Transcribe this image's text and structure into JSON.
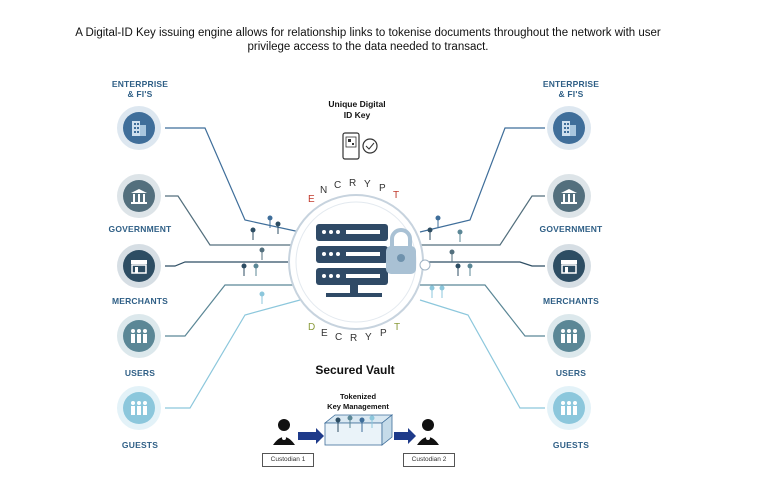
{
  "caption": {
    "line1": "A Digital-ID Key issuing engine allows for relationship links to tokenise documents  throughout the network with user",
    "line2": "privilege access to the data needed to transact."
  },
  "left_categories": [
    {
      "label_line1": "ENTERPRISE",
      "label_line2": "& FI'S",
      "icon": "building-icon"
    },
    {
      "label_line1": "GOVERNMENT",
      "label_line2": "",
      "icon": "government-building-icon"
    },
    {
      "label_line1": "MERCHANTS",
      "label_line2": "",
      "icon": "storefront-icon"
    },
    {
      "label_line1": "USERS",
      "label_line2": "",
      "icon": "users-group-icon"
    },
    {
      "label_line1": "GUESTS",
      "label_line2": "",
      "icon": "guests-group-icon"
    }
  ],
  "right_categories": [
    {
      "label_line1": "ENTERPRISE",
      "label_line2": "& FI'S",
      "icon": "building-icon"
    },
    {
      "label_line1": "GOVERNMENT",
      "label_line2": "",
      "icon": "government-building-icon"
    },
    {
      "label_line1": "MERCHANTS",
      "label_line2": "",
      "icon": "storefront-icon"
    },
    {
      "label_line1": "USERS",
      "label_line2": "",
      "icon": "users-group-icon"
    },
    {
      "label_line1": "GUESTS",
      "label_line2": "",
      "icon": "guests-group-icon"
    }
  ],
  "center": {
    "key_title_line1": "Unique Digital",
    "key_title_line2": "ID Key",
    "encrypt_letters": [
      "E",
      "N",
      "C",
      "R",
      "Y",
      "P",
      "T"
    ],
    "decrypt_letters": [
      "D",
      "E",
      "C",
      "R",
      "Y",
      "P",
      "T"
    ],
    "vault_title": "Secured Vault",
    "tkm_line1": "Tokenized",
    "tkm_line2": "Key Management",
    "custodian1": "Custodian  1",
    "custodian2": "Custodian  2"
  },
  "colors": {
    "enterprise": "#3f6e9a",
    "government": "#536f7d",
    "merchants": "#2d4d63",
    "users": "#5b8796",
    "guests": "#8cc7dc",
    "encrypt": "#c0392b",
    "decrypt": "#8a9a3a",
    "label": "#2f5f86"
  }
}
